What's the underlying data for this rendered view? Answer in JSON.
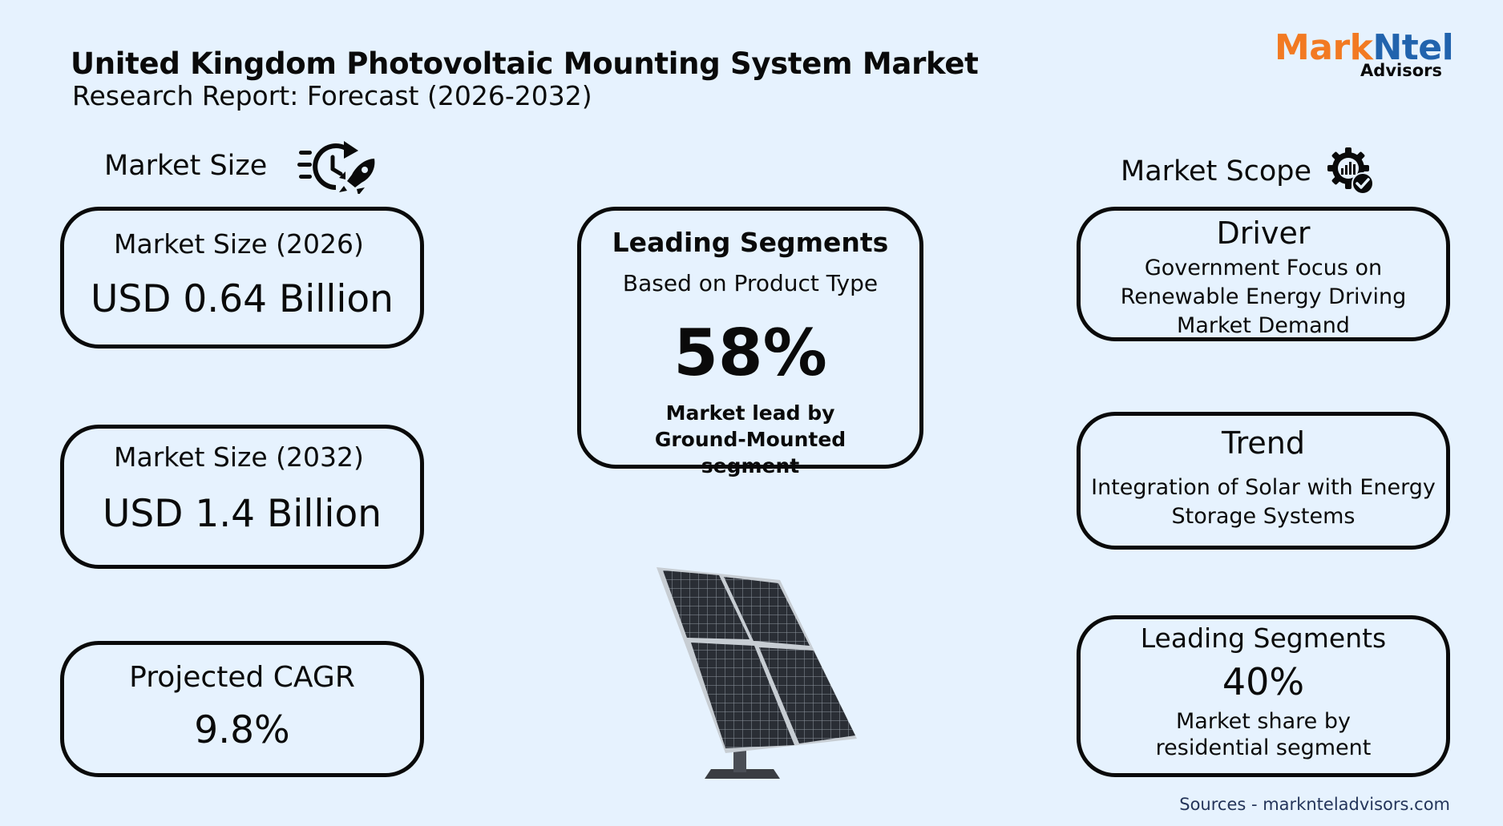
{
  "header": {
    "title": "United Kingdom Photovoltaic Mounting System Market",
    "subtitle": "Research Report: Forecast (2026-2032)"
  },
  "logo": {
    "part1": "Mark",
    "part2": "Ntel",
    "sub": "Advisors",
    "colors": {
      "mark": "#f27a22",
      "ntel": "#2163ad"
    }
  },
  "market_size_section": {
    "heading": "Market Size",
    "icon": "time-rocket-icon",
    "cards": [
      {
        "label": "Market Size (2026)",
        "value": "USD 0.64 Billion"
      },
      {
        "label": "Market Size (2032)",
        "value": "USD 1.4 Billion"
      },
      {
        "label": "Projected CAGR",
        "value": "9.8%"
      }
    ]
  },
  "center_segment": {
    "heading": "Leading Segments",
    "basis": "Based on Product Type",
    "value": "58%",
    "description": "Market lead by Ground-Mounted segment"
  },
  "illustration": {
    "icon": "solar-panel-icon"
  },
  "market_scope_section": {
    "heading": "Market Scope",
    "icon": "gear-chart-check-icon",
    "driver": {
      "heading": "Driver",
      "text": "Government Focus on Renewable Energy Driving Market Demand"
    },
    "trend": {
      "heading": "Trend",
      "text": "Integration of Solar with Energy Storage Systems"
    },
    "leading": {
      "heading": "Leading Segments",
      "value": "40%",
      "text": "Market share by residential segment"
    }
  },
  "footer": {
    "sources": "Sources - marknteladvisors.com"
  },
  "colors": {
    "background": "#e6f2fe",
    "border": "#0a0a0a",
    "sources_text": "#24355a"
  }
}
